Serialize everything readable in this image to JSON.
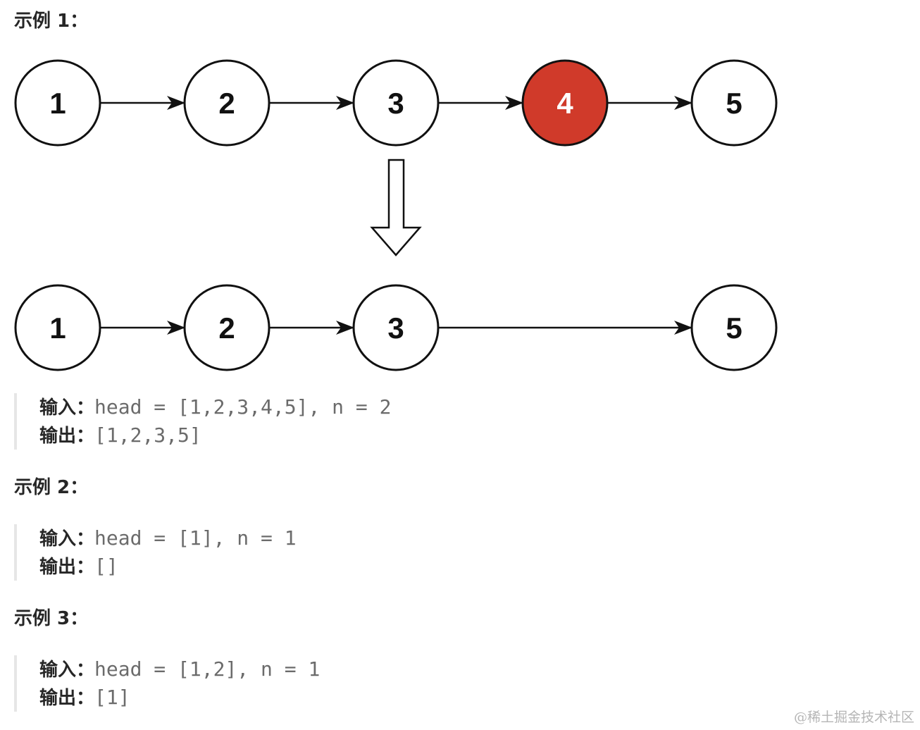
{
  "example1": {
    "heading": "示例 1：",
    "diagram": {
      "top_row": [
        "1",
        "2",
        "3",
        "4",
        "5"
      ],
      "removed_node": "4",
      "bottom_row": [
        "1",
        "2",
        "3",
        "5"
      ],
      "highlight_color": "#d03a2a"
    },
    "input_label": "输入：",
    "input_value": "head = [1,2,3,4,5], n = 2",
    "output_label": "输出：",
    "output_value": "[1,2,3,5]"
  },
  "example2": {
    "heading": "示例 2：",
    "input_label": "输入：",
    "input_value": "head = [1], n = 1",
    "output_label": "输出：",
    "output_value": "[]"
  },
  "example3": {
    "heading": "示例 3：",
    "input_label": "输入：",
    "input_value": "head = [1,2], n = 1",
    "output_label": "输出：",
    "output_value": "[1]"
  },
  "watermark": "@稀土掘金技术社区"
}
